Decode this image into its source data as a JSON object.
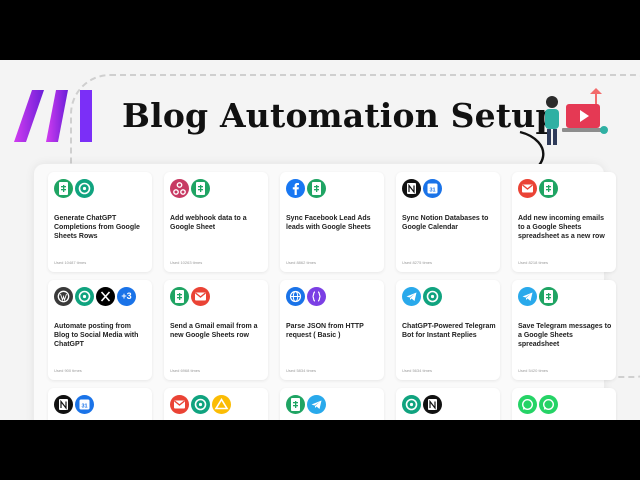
{
  "page": {
    "title": "Blog Automation Setup"
  },
  "colors": {
    "brand_purple": "#7b2ff7",
    "brand_magenta": "#d23cf0",
    "accent_red": "#e53935"
  },
  "cards": [
    {
      "title": "Generate ChatGPT Completions from Google Sheets Rows",
      "meta": "Used 10487 times",
      "icons": [
        "google-sheets-icon",
        "openai-icon"
      ]
    },
    {
      "title": "Add webhook data to a Google Sheet",
      "meta": "Used 10263 times",
      "icons": [
        "webhook-icon",
        "google-sheets-icon"
      ]
    },
    {
      "title": "Sync Facebook Lead Ads leads with Google Sheets",
      "meta": "Used 8862 times",
      "icons": [
        "facebook-icon",
        "google-sheets-icon"
      ]
    },
    {
      "title": "Sync Notion Databases to Google Calendar",
      "meta": "Used 8275 times",
      "icons": [
        "notion-icon",
        "google-calendar-icon"
      ]
    },
    {
      "title": "Add new incoming emails to a Google Sheets spreadsheet as a new row",
      "meta": "Used 8218 times",
      "icons": [
        "gmail-icon",
        "google-sheets-icon"
      ]
    },
    {
      "title": "Automate posting from Blog to Social Media with ChatGPT",
      "meta": "Used 900 times",
      "icons": [
        "wordpress-icon",
        "openai-icon",
        "x-icon",
        "more-badge"
      ],
      "more": "+3"
    },
    {
      "title": "Send a Gmail email from a new Google Sheets row",
      "meta": "Used 6968 times",
      "icons": [
        "google-sheets-icon",
        "gmail-icon"
      ]
    },
    {
      "title": "Parse JSON from HTTP request ( Basic )",
      "meta": "Used 5834 times",
      "icons": [
        "http-icon",
        "json-icon"
      ]
    },
    {
      "title": "ChatGPT-Powered Telegram Bot for Instant Replies",
      "meta": "Used 5634 times",
      "icons": [
        "telegram-icon",
        "openai-icon"
      ]
    },
    {
      "title": "Save Telegram messages to a Google Sheets spreadsheet",
      "meta": "Used 5420 times",
      "icons": [
        "telegram-icon",
        "google-sheets-icon"
      ]
    },
    {
      "title": "",
      "meta": "",
      "icons": [
        "notion-icon",
        "google-calendar-icon"
      ]
    },
    {
      "title": "",
      "meta": "",
      "icons": [
        "gmail-icon",
        "openai-icon",
        "google-drive-icon"
      ]
    },
    {
      "title": "",
      "meta": "",
      "icons": [
        "google-sheets-icon",
        "telegram-icon"
      ]
    },
    {
      "title": "",
      "meta": "",
      "icons": [
        "openai-icon",
        "notion-icon"
      ]
    },
    {
      "title": "",
      "meta": "",
      "icons": [
        "whatsapp-icon",
        "whatsapp-icon"
      ]
    }
  ]
}
